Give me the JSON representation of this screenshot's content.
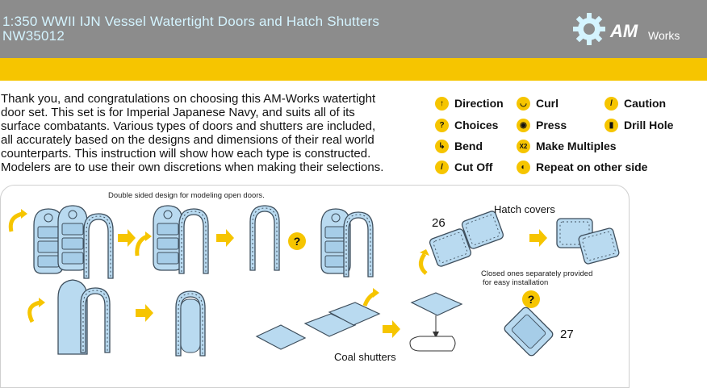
{
  "header": {
    "title_line1": "1:350 WWII IJN Vessel Watertight Doors and Hatch Shutters",
    "title_line2": "NW35012",
    "logo_am": "AM",
    "logo_works": "Works"
  },
  "intro": {
    "lines": [
      "Thank you, and congratulations on choosing this AM-Works watertight",
      "door set. This set is for Imperial Japanese Navy, and suits all of its",
      "surface combatants. Various types of doors and shutters are included,",
      "all accurately based on the designs and dimensions of their real world",
      "counterparts. This instruction will show how each type is constructed.",
      "Modelers are to use their own discretions when making their selections."
    ]
  },
  "legend": [
    {
      "label": "Direction",
      "icon": "direction-icon",
      "symbol": "↑"
    },
    {
      "label": "Choices",
      "icon": "question-icon",
      "symbol": "?"
    },
    {
      "label": "Bend",
      "icon": "bend-icon",
      "symbol": "↳"
    },
    {
      "label": "Cut Off",
      "icon": "knife-icon",
      "symbol": "/"
    },
    {
      "label": "Curl",
      "icon": "curl-icon",
      "symbol": "◡"
    },
    {
      "label": "Press",
      "icon": "press-icon",
      "symbol": "◉"
    },
    {
      "label": "Make Multiples",
      "icon": "multiples-icon",
      "symbol": "X2"
    },
    {
      "label": "Repeat on other side",
      "icon": "repeat-icon",
      "symbol": "◐"
    },
    {
      "label": "Caution",
      "icon": "caution-icon",
      "symbol": "/"
    },
    {
      "label": "Drill Hole",
      "icon": "drill-icon",
      "symbol": "▮"
    }
  ],
  "diagram": {
    "note_double_sided": "Double sided design for modeling open doors.",
    "label_hatch_covers": "Hatch covers",
    "note_closed_line1": "Closed ones separately provided",
    "note_closed_line2": "for easy installation",
    "label_coal_shutters": "Coal shutters",
    "part_26": "26",
    "part_27": "27",
    "choice_symbol": "?"
  },
  "colors": {
    "header_gray": "#8c8c8c",
    "title_text": "#d4f4ff",
    "accent_yellow": "#f6c500",
    "part_blue": "#b9daf0",
    "part_outline": "#3e4e5c"
  }
}
